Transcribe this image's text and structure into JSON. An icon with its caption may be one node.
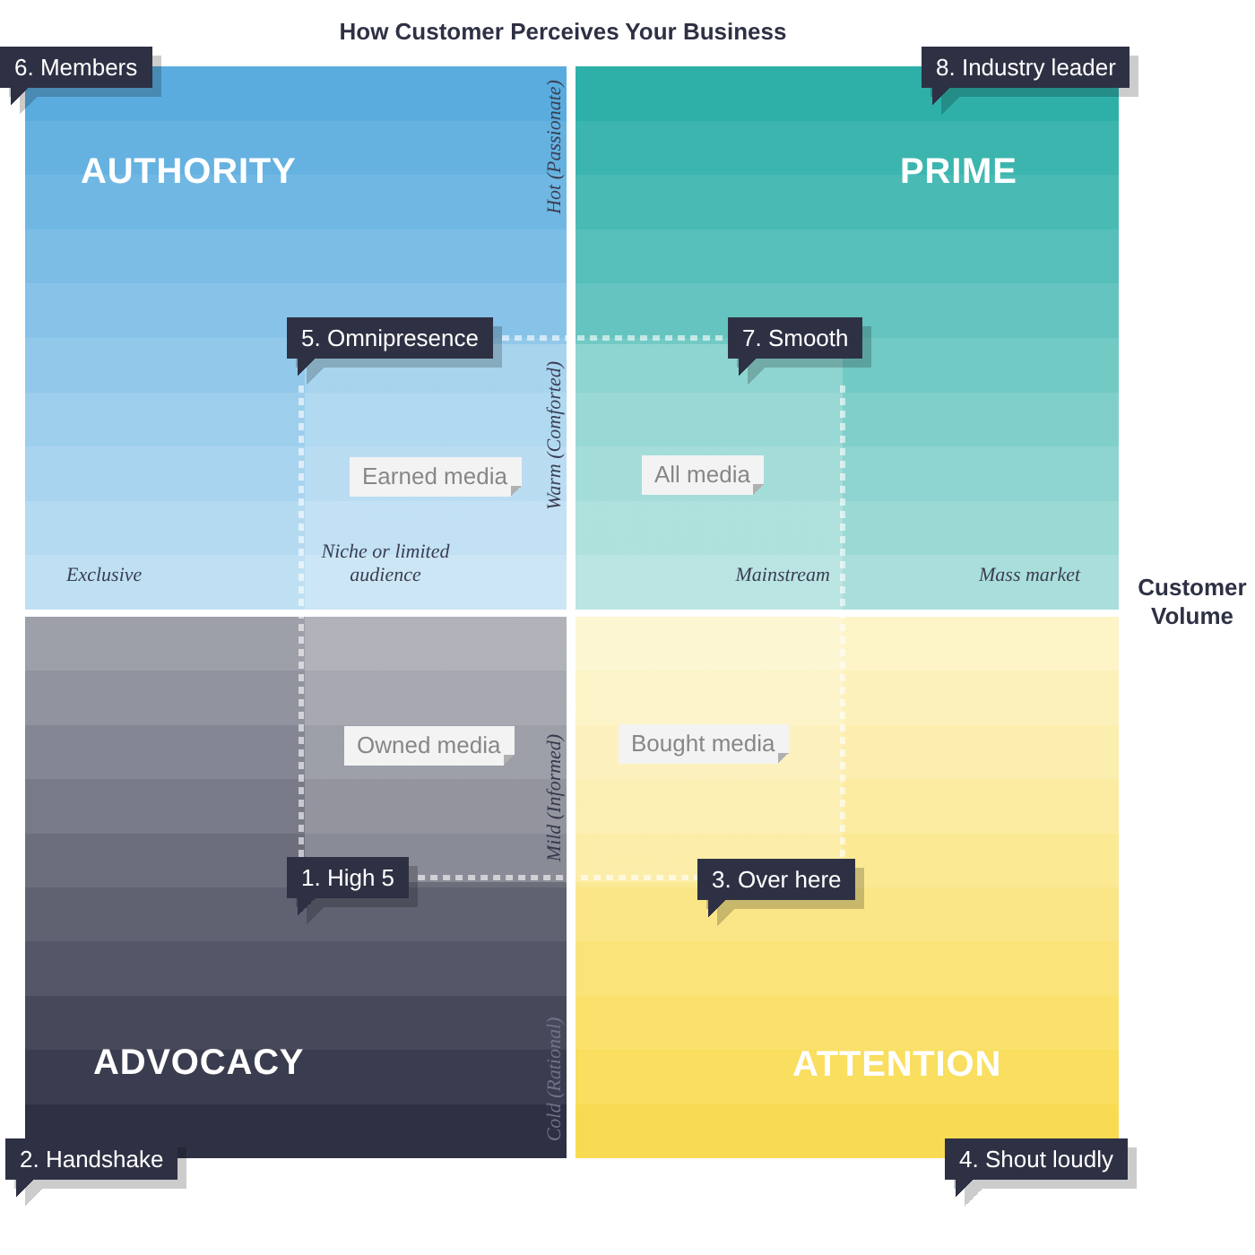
{
  "diagram": {
    "title": "How Customer Perceives Your Business",
    "nodes": [
      {
        "text": [
          "6. Members"
        ]
      },
      {
        "text": [
          "8. Industry leader"
        ]
      },
      {
        "text": [
          "AUTHORITY"
        ]
      },
      {
        "text": [
          "5. Omnipresence"
        ],
        "in": 2
      },
      {
        "text": [
          "Earned media"
        ],
        "in": 2
      },
      {
        "text": [
          "PRIME"
        ]
      },
      {
        "text": [
          "7. Smooth"
        ],
        "in": 5
      },
      {
        "text": [
          "All media"
        ],
        "in": 5
      },
      {
        "text": [
          "ADVOCACY"
        ]
      },
      {
        "text": [
          "Owned media"
        ],
        "in": 8
      },
      {
        "text": [
          "1. High 5"
        ],
        "in": 8
      },
      {
        "text": [
          "ATTENTION"
        ]
      },
      {
        "text": [
          "Bought media"
        ],
        "in": 11
      },
      {
        "text": [
          "3. Over here"
        ],
        "in": 11
      },
      {
        "text": [
          "2. Handshake"
        ]
      },
      {
        "text": [
          "4. Shout loudly"
        ]
      }
    ],
    "edges": [
      {
        "from": 3,
        "to": 6,
        "arrow": "none",
        "style": "dashed"
      },
      {
        "from": 3,
        "to": 10,
        "arrow": "none",
        "style": "dashed"
      },
      {
        "from": 10,
        "to": 13,
        "arrow": "none",
        "style": "dashed"
      },
      {
        "from": 6,
        "to": 13,
        "arrow": "none",
        "style": "dashed"
      }
    ],
    "labels": [
      "Hot (Passionate)",
      "Warm (Comforted)",
      "Exclusive",
      "Niche or limited audience",
      "Mainstream",
      "Mass market",
      "Customer Volume",
      "Mild (Informed)",
      "Cold (Rational)"
    ]
  }
}
